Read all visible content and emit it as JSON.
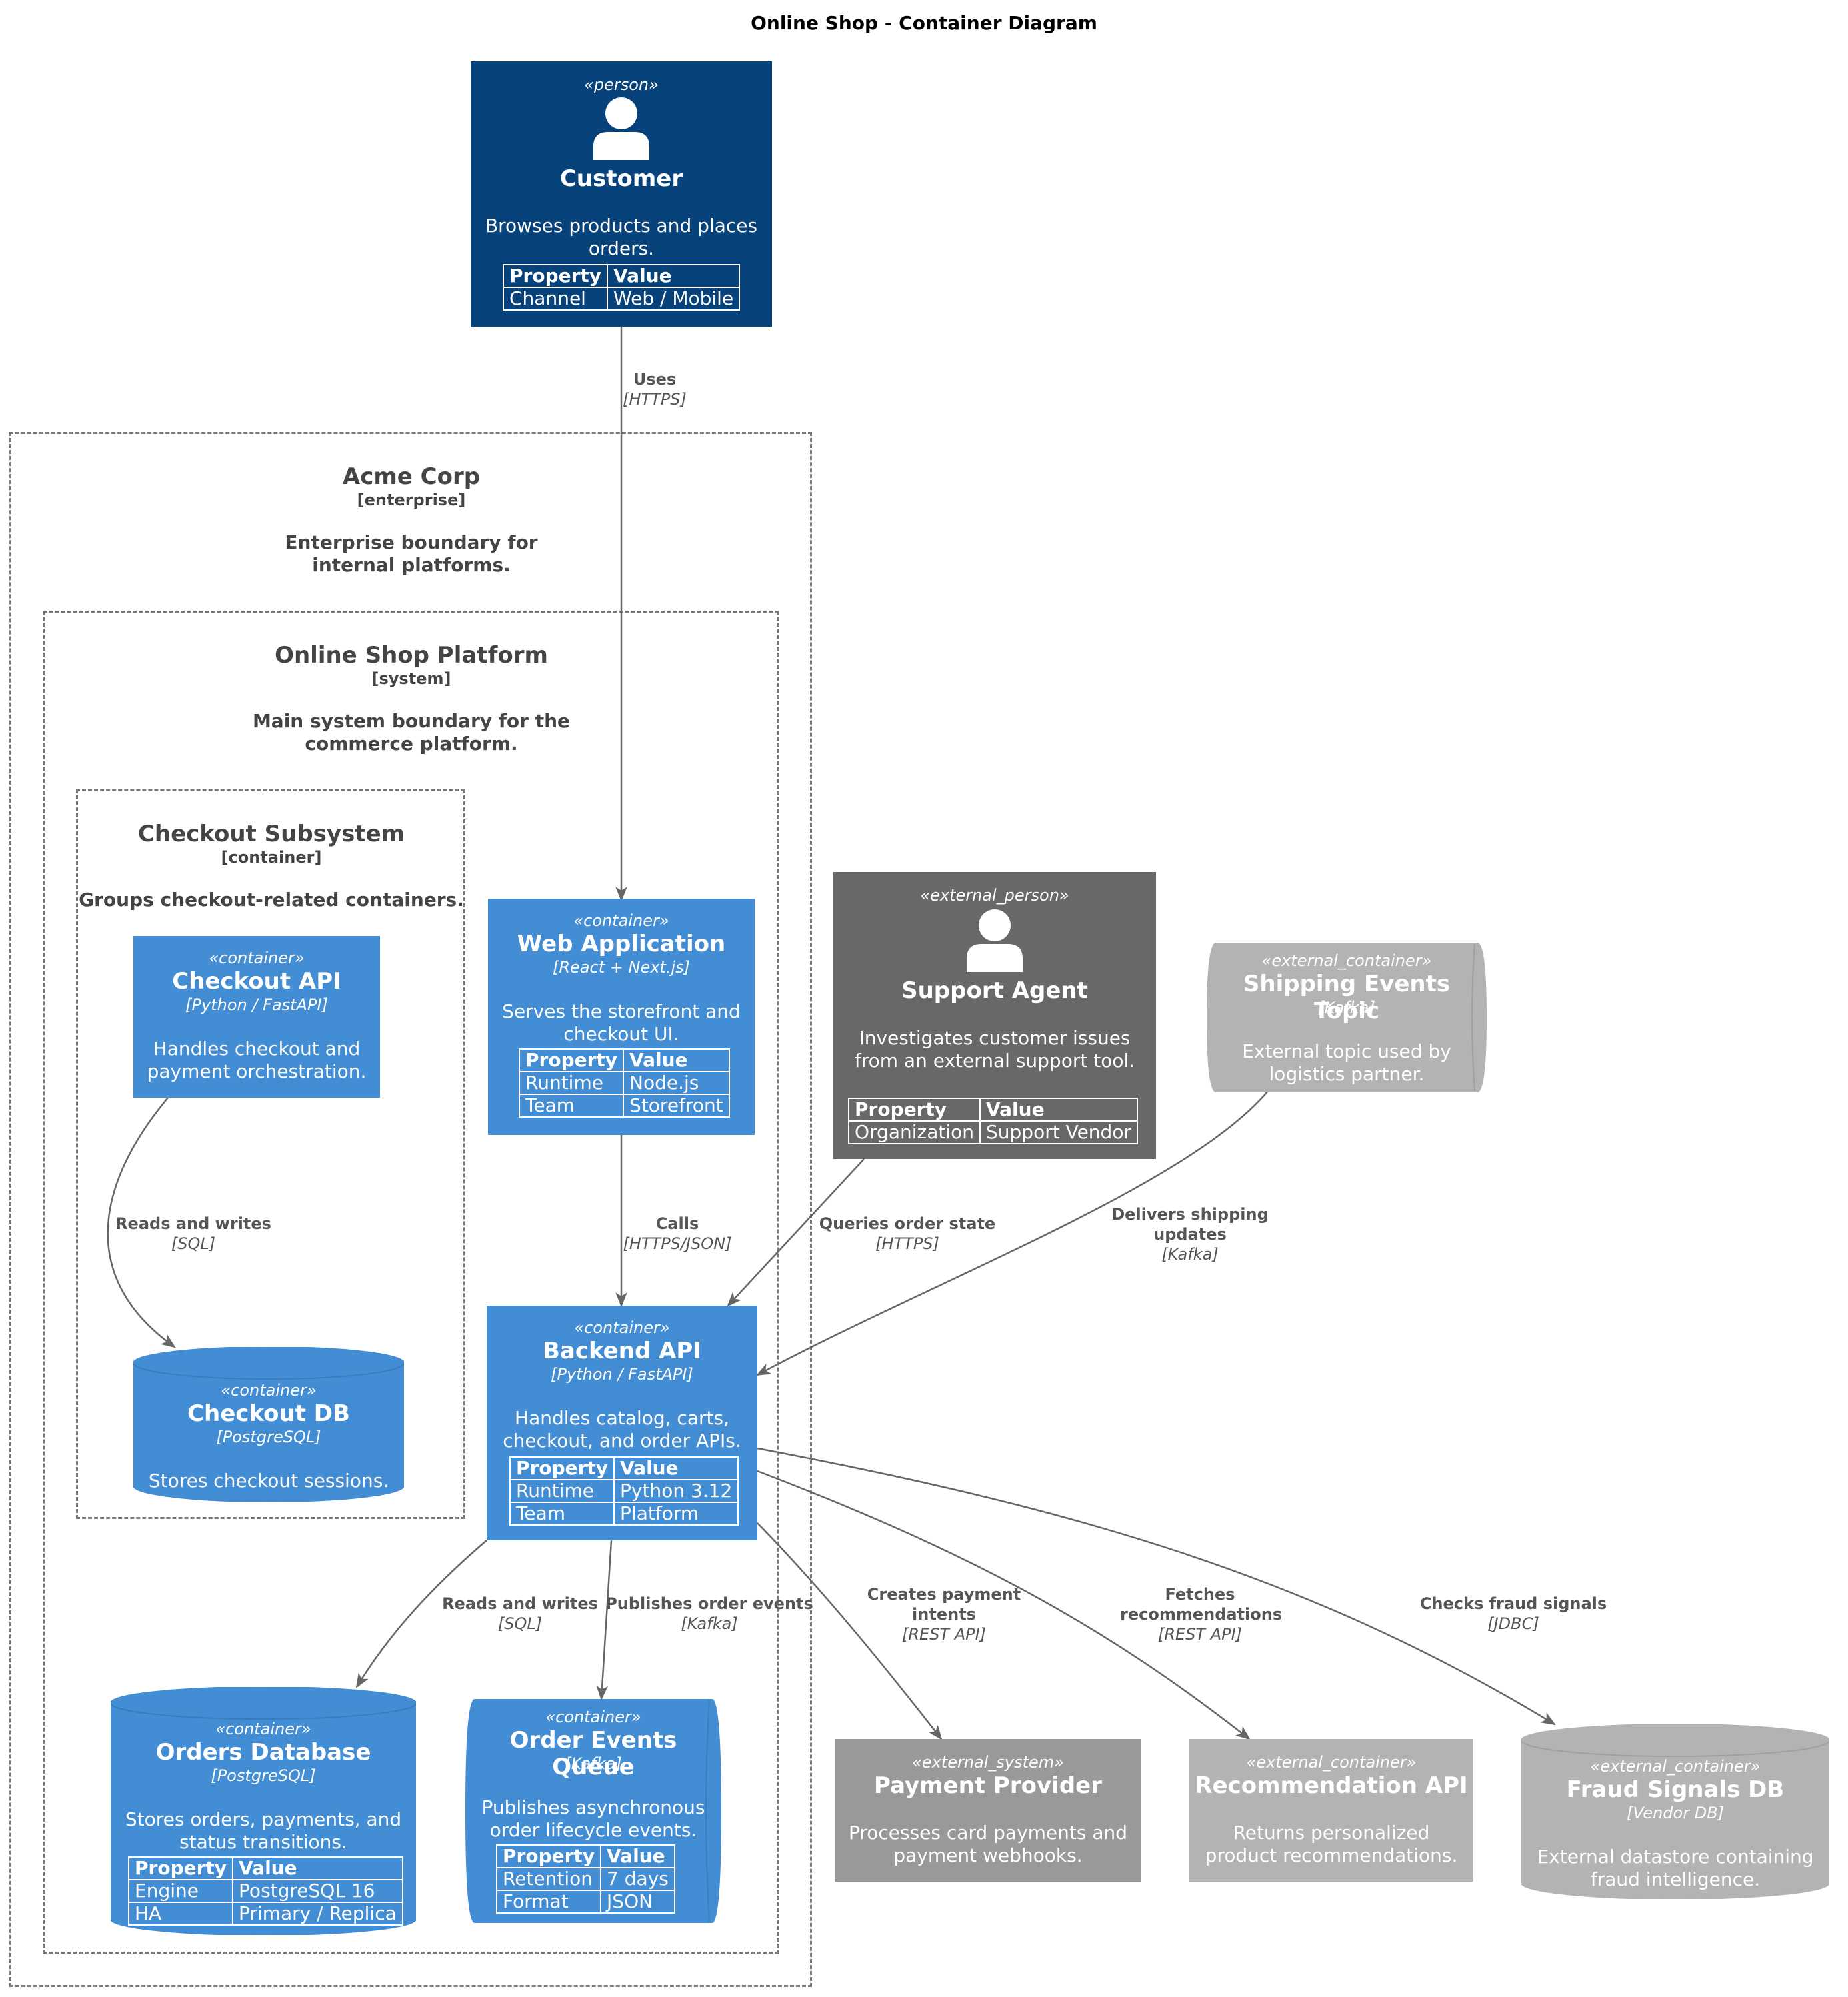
{
  "title": "Online Shop - Container Diagram",
  "colors": {
    "person": "#08427b",
    "container": "#438dd5",
    "external_person": "#686868",
    "external_system": "#999999",
    "external_container": "#b3b3b3",
    "line": "#666666"
  },
  "boundaries": {
    "acme": {
      "name": "Acme Corp",
      "tag": "[enterprise]",
      "desc": "Enterprise boundary for internal platforms."
    },
    "platform": {
      "name": "Online Shop Platform",
      "tag": "[system]",
      "desc": "Main system boundary for the commerce platform."
    },
    "checkout": {
      "name": "Checkout Subsystem",
      "tag": "[container]",
      "desc": "Groups checkout-related containers."
    }
  },
  "prop_header": [
    "Property",
    "Value"
  ],
  "nodes": {
    "customer": {
      "stereotype": "«person»",
      "name": "Customer",
      "icon": "person-icon",
      "desc": "Browses products and places orders.",
      "props": [
        [
          "Channel",
          "Web / Mobile"
        ]
      ]
    },
    "web_app": {
      "stereotype": "«container»",
      "name": "Web Application",
      "tech": "[React + Next.js]",
      "desc": "Serves the storefront and checkout UI.",
      "props": [
        [
          "Runtime",
          "Node.js"
        ],
        [
          "Team",
          "Storefront"
        ]
      ]
    },
    "checkout_api": {
      "stereotype": "«container»",
      "name": "Checkout API",
      "tech": "[Python / FastAPI]",
      "desc": "Handles checkout and payment orchestration."
    },
    "checkout_db": {
      "stereotype": "«container»",
      "name": "Checkout DB",
      "tech": "[PostgreSQL]",
      "desc": "Stores checkout sessions."
    },
    "backend_api": {
      "stereotype": "«container»",
      "name": "Backend API",
      "tech": "[Python / FastAPI]",
      "desc": "Handles catalog, carts, checkout, and order APIs.",
      "props": [
        [
          "Runtime",
          "Python 3.12"
        ],
        [
          "Team",
          "Platform"
        ]
      ]
    },
    "orders_db": {
      "stereotype": "«container»",
      "name": "Orders Database",
      "tech": "[PostgreSQL]",
      "desc": "Stores orders, payments, and status transitions.",
      "props": [
        [
          "Engine",
          "PostgreSQL 16"
        ],
        [
          "HA",
          "Primary / Replica"
        ]
      ]
    },
    "events_queue": {
      "stereotype": "«container»",
      "name": "Order Events Queue",
      "tech": "[Kafka]",
      "desc": "Publishes asynchronous order lifecycle events.",
      "props": [
        [
          "Retention",
          "7 days"
        ],
        [
          "Format",
          "JSON"
        ]
      ]
    },
    "support_agent": {
      "stereotype": "«external_person»",
      "name": "Support Agent",
      "icon": "person-icon",
      "desc": "Investigates customer issues from an external support tool.",
      "props": [
        [
          "Organization",
          "Support Vendor"
        ]
      ]
    },
    "shipping_topic": {
      "stereotype": "«external_container»",
      "name": "Shipping Events Topic",
      "tech": "[Kafka]",
      "desc": "External topic used by logistics partner."
    },
    "payment_provider": {
      "stereotype": "«external_system»",
      "name": "Payment Provider",
      "desc": "Processes card payments and payment webhooks."
    },
    "recommendation_api": {
      "stereotype": "«external_container»",
      "name": "Recommendation API",
      "desc": "Returns personalized product recommendations."
    },
    "fraud_db": {
      "stereotype": "«external_container»",
      "name": "Fraud Signals DB",
      "tech": "[Vendor DB]",
      "desc": "External datastore containing fraud intelligence."
    }
  },
  "relations": {
    "uses": {
      "label": "Uses",
      "tech": "[HTTPS]"
    },
    "calls": {
      "label": "Calls",
      "tech": "[HTTPS/JSON]"
    },
    "checkout_rw": {
      "label": "Reads and writes",
      "tech": "[SQL]"
    },
    "queries": {
      "label": "Queries order state",
      "tech": "[HTTPS]"
    },
    "delivers": {
      "label": "Delivers shipping updates",
      "tech": "[Kafka]"
    },
    "orders_rw": {
      "label": "Reads and writes",
      "tech": "[SQL]"
    },
    "publishes": {
      "label": "Publishes order events",
      "tech": "[Kafka]"
    },
    "payment": {
      "label": "Creates payment intents",
      "tech": "[REST API]"
    },
    "recommend": {
      "label": "Fetches recommendations",
      "tech": "[REST API]"
    },
    "fraud": {
      "label": "Checks fraud signals",
      "tech": "[JDBC]"
    }
  }
}
